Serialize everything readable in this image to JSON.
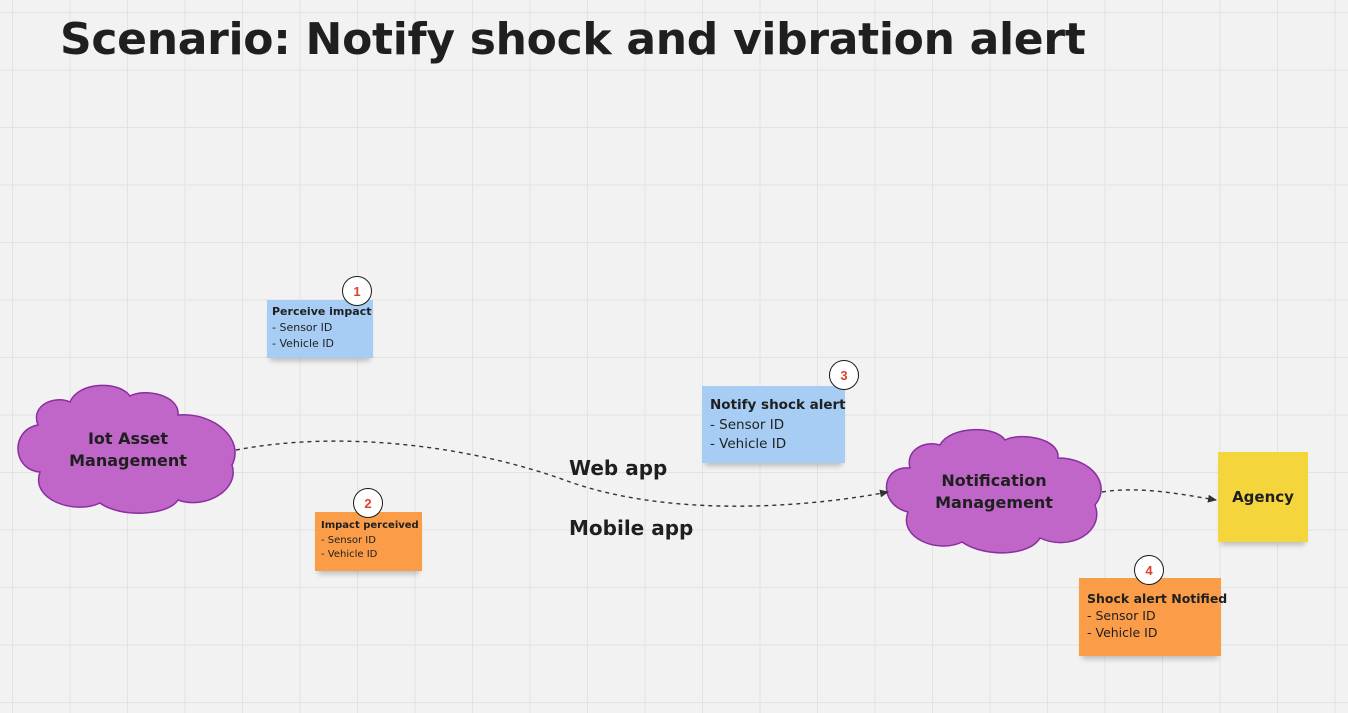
{
  "title": "Scenario: Notify shock and vibration alert",
  "colors": {
    "cloud": "#bf66c8",
    "cloud_stroke": "#8a2ea0",
    "command_sticky": "#a7cdf4",
    "event_sticky": "#fb9d48",
    "actor_sticky": "#f4d53c",
    "badge_number": "#e0412b"
  },
  "systems": {
    "iot": {
      "line1": "Iot Asset",
      "line2": "Management"
    },
    "notification": {
      "line1": "Notification",
      "line2": "Management"
    }
  },
  "stickies": {
    "perceive_impact": {
      "badge": "1",
      "heading": "Perceive impact",
      "lines": [
        "- Sensor ID",
        "- Vehicle ID"
      ]
    },
    "impact_perceived": {
      "badge": "2",
      "heading": "Impact perceived",
      "lines": [
        "- Sensor ID",
        "- Vehicle ID"
      ]
    },
    "notify_shock_alert": {
      "badge": "3",
      "heading": "Notify shock alert",
      "lines": [
        "- Sensor ID",
        "- Vehicle ID"
      ]
    },
    "shock_alert_notified": {
      "badge": "4",
      "heading": "Shock alert Notified",
      "lines": [
        "- Sensor ID",
        "- Vehicle ID"
      ]
    },
    "agency": {
      "label": "Agency"
    }
  },
  "flow_labels": {
    "web": "Web app",
    "mobile": "Mobile app"
  }
}
